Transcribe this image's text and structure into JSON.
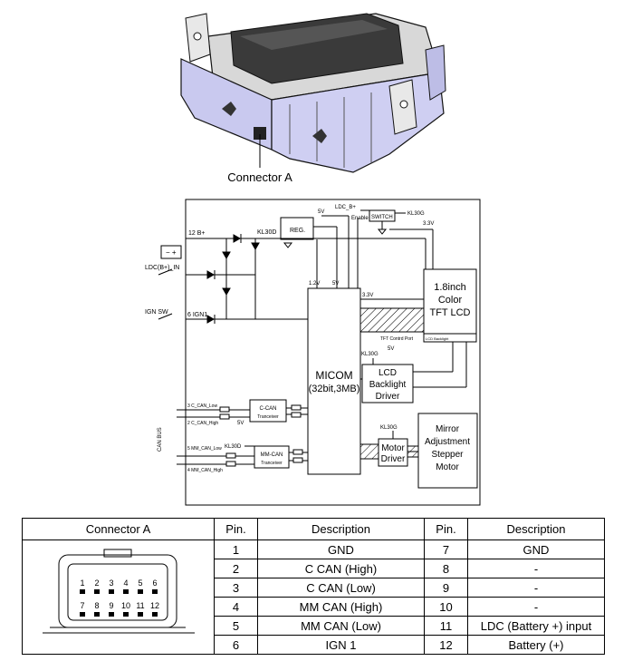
{
  "photo": {
    "label": "Connector A"
  },
  "schematic": {
    "supply_12b": "12 B+",
    "kl30d_top": "KL30D",
    "reg": "REG.",
    "five_v_top": "5V",
    "ldc_b": "LDC_B+",
    "enable": "Enable",
    "switch": "SWITCH",
    "kl30g_top": "KL30G",
    "v33_right": "3.3V",
    "ldc_in": "LDC(B+)_IN",
    "ign_sw": "IGN SW",
    "ign1": "6 IGN1",
    "v12": "1.2V",
    "v5": "5V",
    "v33_mid": "3.3V",
    "lcd_l1": "1.8inch",
    "lcd_l2": "Color",
    "lcd_l3": "TFT LCD",
    "lcd_bl": "LCD Backlight",
    "tft_port": "TFT Contrd Port",
    "kl30g_bl": "KL30G",
    "five_v_bl": "5V",
    "micom_l1": "MICOM",
    "micom_l2": "(32bit,3MB)",
    "drv_l1": "LCD",
    "drv_l2": "Backlight",
    "drv_l3": "Driver",
    "ccan_low": "3 C_CAN_Low",
    "ccan_high": "2 C_CAN_High",
    "ccan_box1": "C-CAN",
    "ccan_box2": "Tranceiver",
    "five_v_can": "5V",
    "canbus": "CAN BUS",
    "kl30d_mm": "KL30D",
    "mmcan_low": "5 MM_CAN_Low",
    "mmcan_high": "4 MM_CAN_High",
    "mm_box1": "MM-CAN",
    "mm_box2": "Tranceiver",
    "kl30g_motor": "KL30G",
    "motor_l1": "Motor",
    "motor_l2": "Driver",
    "mirror_l1": "Mirror",
    "mirror_l2": "Adjustment",
    "mirror_l3": "Stepper",
    "mirror_l4": "Motor"
  },
  "table": {
    "headers": [
      "Connector A",
      "Pin.",
      "Description",
      "Pin.",
      "Description"
    ],
    "rows": [
      [
        "1",
        "GND",
        "7",
        "GND"
      ],
      [
        "2",
        "C CAN (High)",
        "8",
        "-"
      ],
      [
        "3",
        "C CAN (Low)",
        "9",
        "-"
      ],
      [
        "4",
        "MM CAN (High)",
        "10",
        "-"
      ],
      [
        "5",
        "MM CAN (Low)",
        "11",
        "LDC (Battery +) input"
      ],
      [
        "6",
        "IGN 1",
        "12",
        "Battery (+)"
      ]
    ],
    "connector_pins_top": [
      "1",
      "2",
      "3",
      "4",
      "5",
      "6"
    ],
    "connector_pins_bottom": [
      "7",
      "8",
      "9",
      "10",
      "11",
      "12"
    ]
  },
  "colors": {
    "housing_lavender": "#c9c9ef",
    "housing_grey": "#d9d9d9",
    "dark": "#2a2a2a"
  }
}
